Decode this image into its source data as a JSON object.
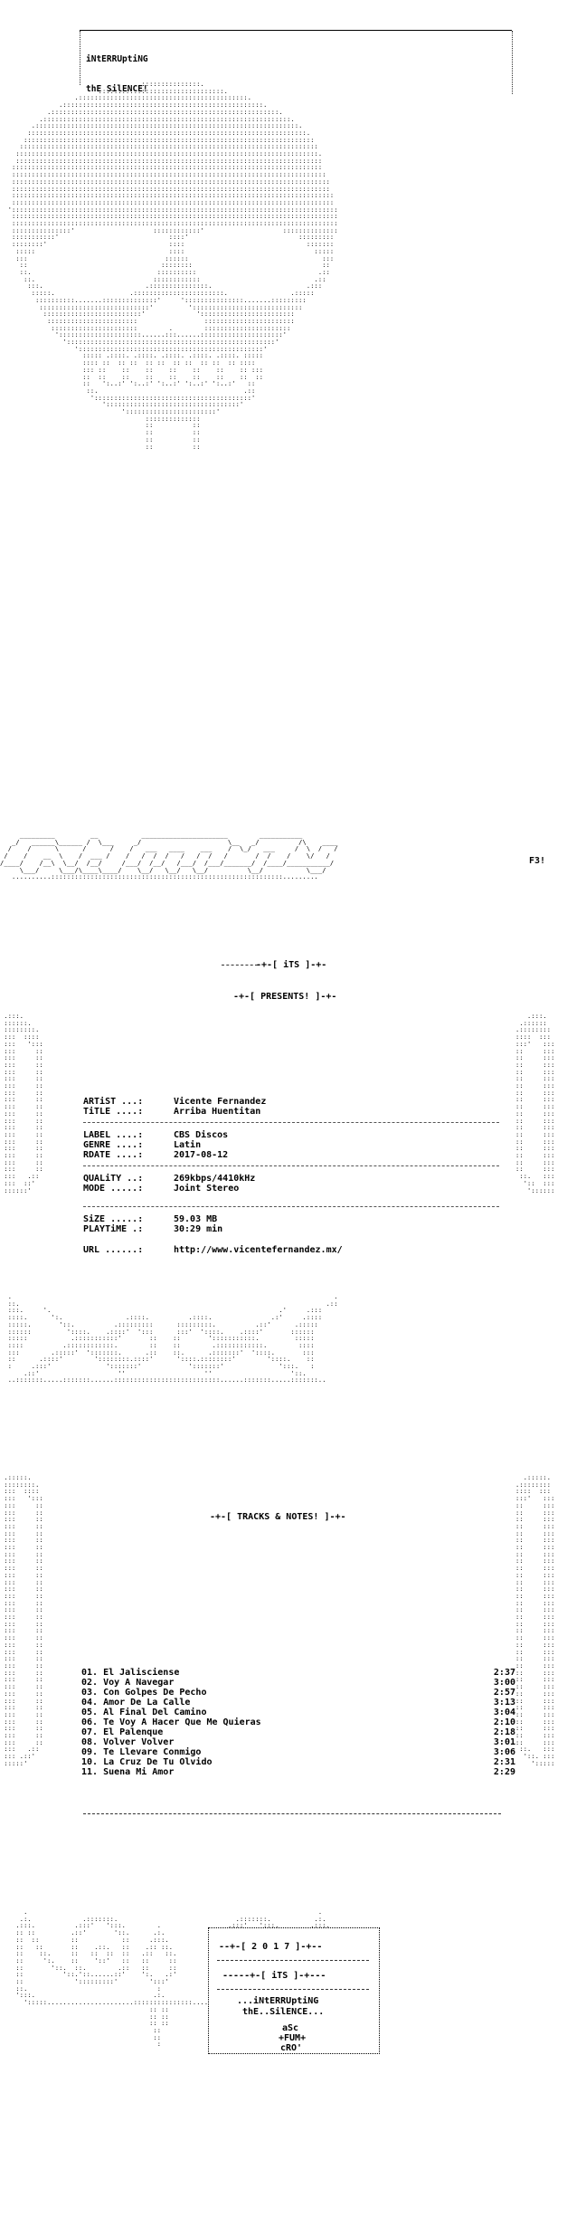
{
  "header": {
    "line1": "iNtERRUptiNG",
    "line2": "thE SilENCE!"
  },
  "tagline": {
    "its": "iTS",
    "presents": "PRESENTS!",
    "tracks_notes": "TRACKS & NOTES!",
    "signature": "F3!"
  },
  "release": {
    "artist_key": "ARTiST ...:",
    "artist": "Vicente Fernandez",
    "title_key": "TiTLE ....:",
    "title": "Arriba Huentitan",
    "label_key": "LABEL ....:",
    "label": "CBS Discos",
    "genre_key": "GENRE ....:",
    "genre": "Latin",
    "rdate_key": "RDATE ....:",
    "rdate": "2017-08-12",
    "quality_key": "QUALiTY ..:",
    "quality": "269kbps/4410kHz",
    "mode_key": "MODE .....:",
    "mode": "Joint Stereo",
    "size_key": "SiZE .....:",
    "size": "59.03 MB",
    "playtime_key": "PLAYTiME .:",
    "playtime": "30:29 min",
    "url_key": "URL ......:",
    "url": "http://www.vicentefernandez.mx/"
  },
  "tracks": [
    {
      "title": "01. El Jalisciense",
      "time": "2:37"
    },
    {
      "title": "02. Voy A Navegar",
      "time": "3:00"
    },
    {
      "title": "03. Con Golpes De Pecho",
      "time": "2:57"
    },
    {
      "title": "04. Amor De La Calle",
      "time": "3:13"
    },
    {
      "title": "05. Al Final Del Camino",
      "time": "3:04"
    },
    {
      "title": "06. Te Voy A Hacer Que Me Quieras",
      "time": "2:10"
    },
    {
      "title": "07. El Palenque",
      "time": "2:18"
    },
    {
      "title": "08. Volver Volver",
      "time": "3:01"
    },
    {
      "title": "09. Te Llevare Conmigo",
      "time": "3:06"
    },
    {
      "title": "10. La Cruz De Tu Olvido",
      "time": "2:31"
    },
    {
      "title": "11. Suena Mi Amor",
      "time": "2:29"
    }
  ],
  "footer": {
    "year": "2 0 1 7",
    "its": "iTS",
    "line1": "...iNtERRUptiNG",
    "line2": "thE..SilENCE...",
    "credit1": "aSc",
    "credit2": "+FUM+",
    "credit3": "cRO'"
  }
}
